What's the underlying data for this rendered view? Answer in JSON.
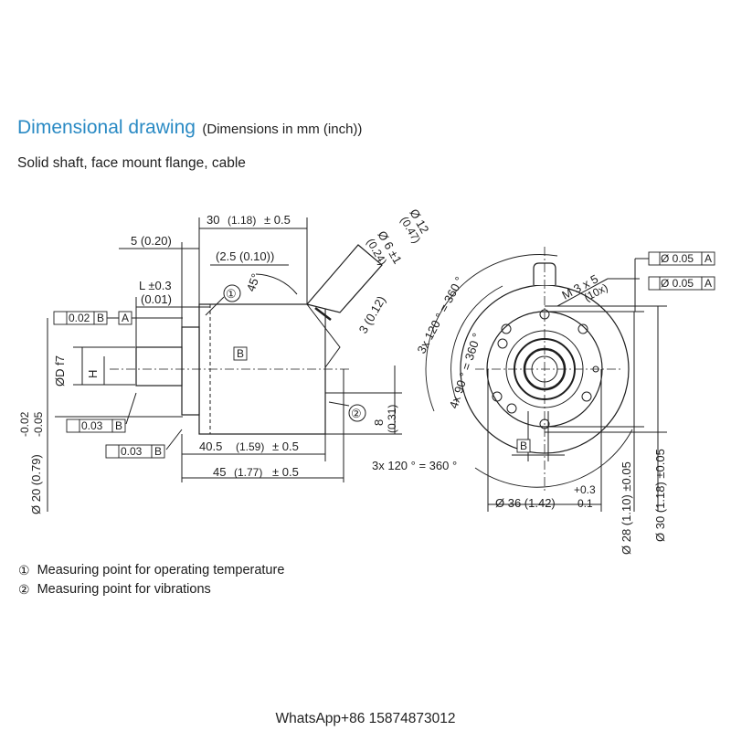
{
  "header": {
    "title": "Dimensional drawing",
    "title_note": "(Dimensions in mm (inch))",
    "subtitle": "Solid shaft, face mount flange, cable"
  },
  "side_view": {
    "dim_30": "30",
    "dim_30_inch": "(1.18)",
    "dim_30_tol": "± 0.5",
    "dim_5": "5 (0.20)",
    "dim_2_5": "(2.5 (0.10))",
    "dim_L": "L ±0.3",
    "dim_L_inch": "(0.01)",
    "marker_1": "①",
    "marker_2": "②",
    "angle_45": "45°",
    "cable_d12": "Ø 12",
    "cable_d12_inch": "(0.47)",
    "cable_d6": "Ø 6 ±1",
    "cable_d6_inch": "(0.24)",
    "dim_3": "3 (0.12)",
    "datum_b": "B",
    "dim_8": "8",
    "dim_8_inch": "(0.31)",
    "dim_40_5": "40.5",
    "dim_40_5_inch": "(1.59)",
    "dim_40_5_tol": "± 0.5",
    "dim_45": "45",
    "dim_45_inch": "(1.77)",
    "dim_45_tol": "± 0.5",
    "dim_20_tol": "-0.02",
    "dim_20_tol2": "-0.05",
    "dim_20": "Ø 20 (0.79)",
    "dim_Df7": "ØD f7",
    "dim_H": "H",
    "gtol_1_val": "0.02",
    "gtol_1_ref": "B",
    "datum_a": "A",
    "gtol_2_val": "0.03",
    "gtol_2_ref": "B",
    "gtol_3_val": "0.03",
    "gtol_3_ref": "B"
  },
  "front_view": {
    "dim_120_top": "3x 120 ° = 360 °",
    "dim_90": "4x 90 ° = 360 °",
    "dim_m3": "M 3 x 5",
    "dim_m3_count": "(10x)",
    "gtol_top_val": "Ø 0.05",
    "gtol_top_ref": "A",
    "gtol_2nd_val": "Ø 0.05",
    "gtol_2nd_ref": "A",
    "datum_b": "B",
    "dim_120_bottom": "3x 120 ° = 360 °",
    "dim_36": "Ø 36 (1.42)",
    "dim_36_tol_plus": "+0.3",
    "dim_36_tol_minus": "-0.1",
    "dim_28": "Ø 28 (1.10) ±0.05",
    "dim_30": "Ø 30 (1.18) ±0.05"
  },
  "legend": {
    "item_1_num": "①",
    "item_1_text": "Measuring point for operating temperature",
    "item_2_num": "②",
    "item_2_text": "Measuring point for vibrations"
  },
  "footer": {
    "contact": "WhatsApp+86 15874873012"
  }
}
